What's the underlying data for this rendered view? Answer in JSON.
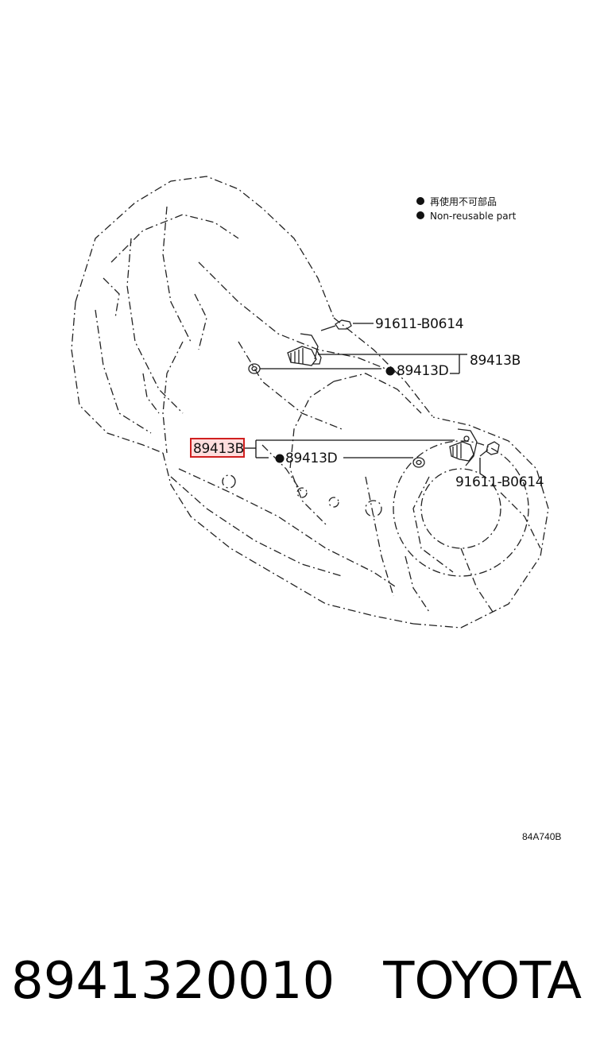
{
  "legend": {
    "marker": "●",
    "line_jp": "再使用不可部品",
    "line_en": "Non-reusable part"
  },
  "callouts": {
    "bolt_top": "91611-B0614",
    "sensor_top_group": "89413B",
    "gasket_top": "89413D",
    "sensor_left_highlighted": "89413B",
    "gasket_lower": "89413D",
    "bolt_lower": "91611-B0614"
  },
  "figure_number": "84A740B",
  "caption": {
    "part_number": "8941320010",
    "brand": "TOYOTA"
  },
  "colors": {
    "highlight": "#d02020",
    "line": "#222222"
  }
}
